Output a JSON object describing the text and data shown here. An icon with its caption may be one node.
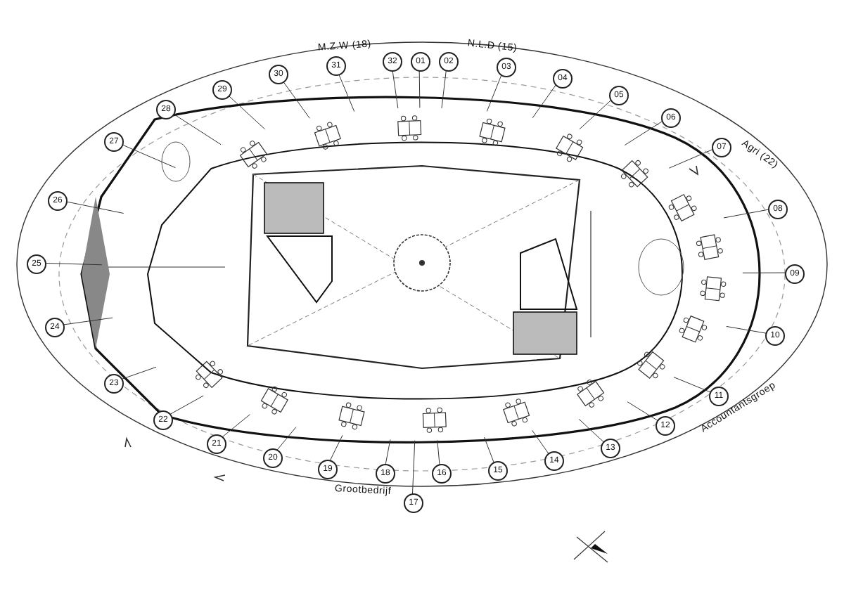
{
  "diagram": {
    "labels": [
      "M.Z.W (18)",
      "N.L.D (15)",
      "Agri (22)",
      "01",
      "02",
      "03",
      "04",
      "05",
      "06",
      "07",
      "08",
      "09",
      "10",
      "11",
      "12",
      "13",
      "14",
      "15",
      "16",
      "17",
      "18",
      "19",
      "20",
      "21",
      "22",
      "23",
      "24",
      "25",
      "26",
      "27",
      "28",
      "29",
      "30",
      "31",
      "32",
      "Accountantsgroep",
      "Grootbedrijf"
    ]
  }
}
